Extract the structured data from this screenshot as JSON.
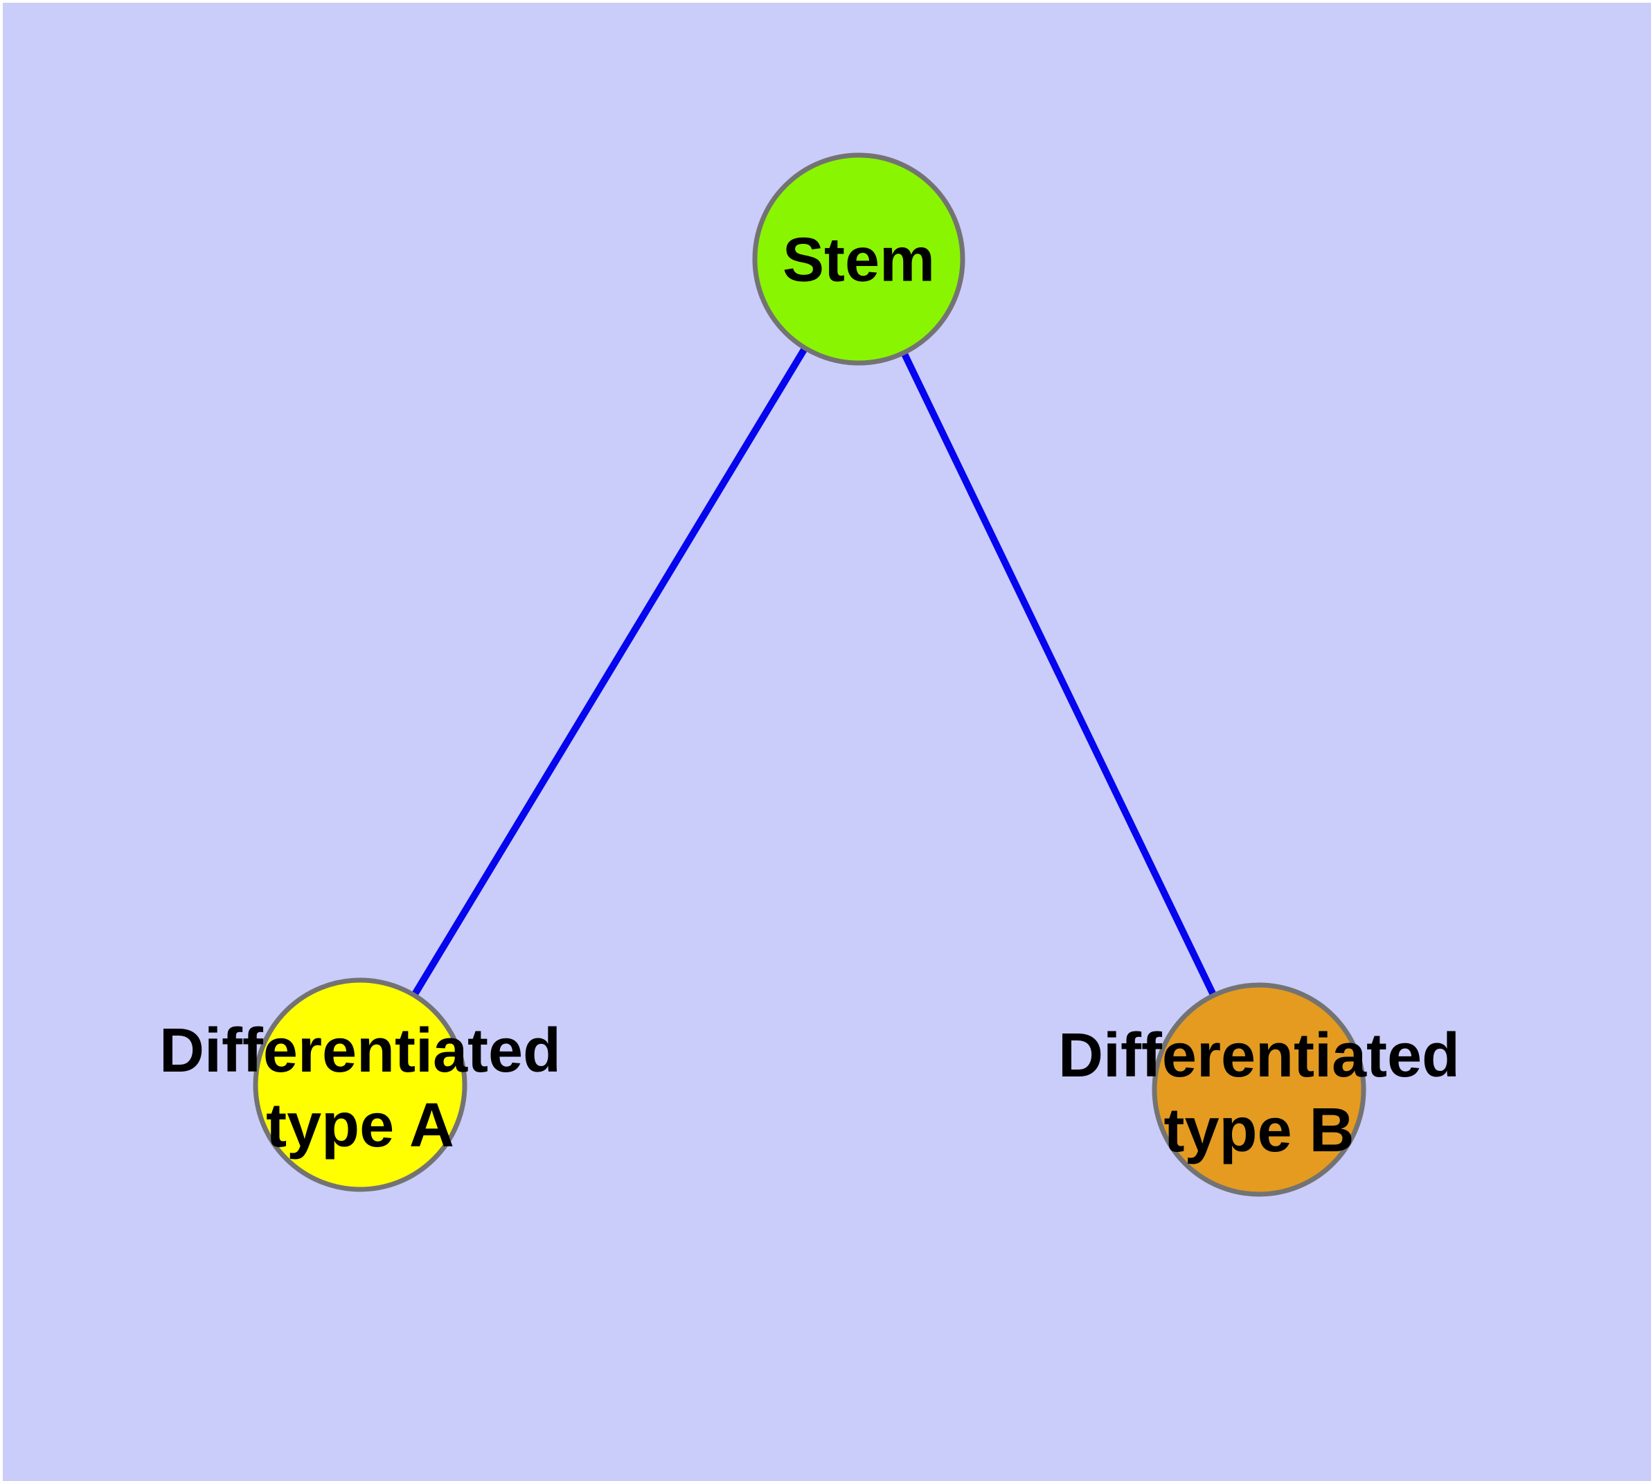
{
  "diagram": {
    "type": "node-link-graph",
    "background_color": "#CACCFA",
    "page_margin_color": "#FFFFFF",
    "edge_color": "#0505EE",
    "node_border_color": "#737373",
    "label_color": "#000000",
    "nodes": [
      {
        "id": "stem",
        "label": "Stem",
        "color": "#8AF500"
      },
      {
        "id": "differentiated-type-a",
        "label": "Differentiated type A",
        "label_line1": "Differentiated",
        "label_line2": "type A",
        "color": "#FFFF00"
      },
      {
        "id": "differentiated-type-b",
        "label": "Differentiated type B",
        "label_line1": "Differentiated",
        "label_line2": "type B",
        "color": "#E49B20"
      }
    ],
    "edges": [
      {
        "from": "Stem",
        "to": "Differentiated type A"
      },
      {
        "from": "Stem",
        "to": "Differentiated type B"
      }
    ]
  }
}
